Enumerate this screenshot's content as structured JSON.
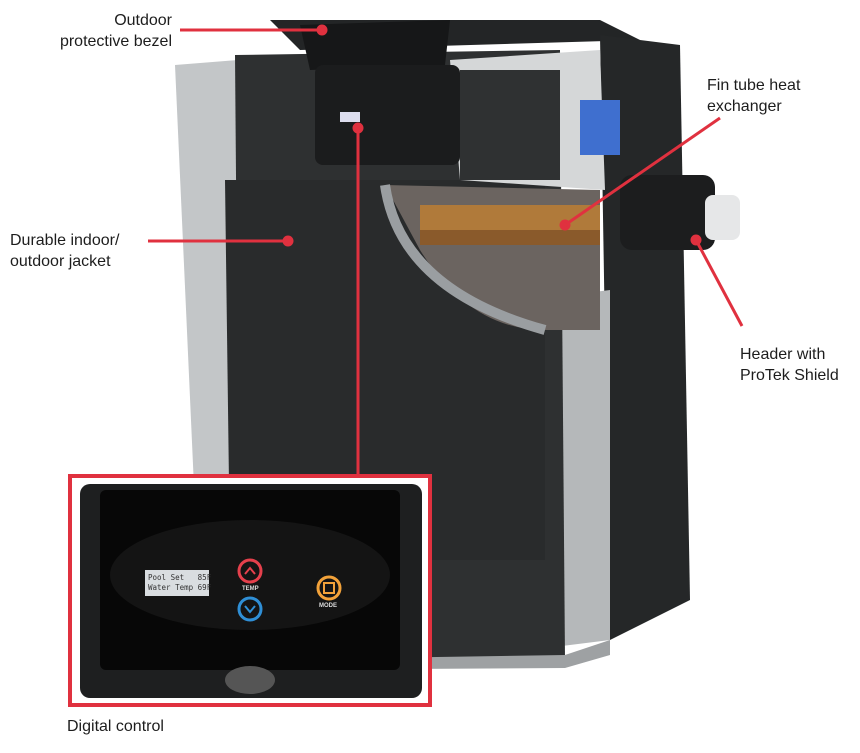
{
  "callouts": {
    "bezel": [
      "Outdoor",
      "protective bezel"
    ],
    "exchanger": [
      "Fin tube heat",
      "exchanger"
    ],
    "jacket": [
      "Durable indoor/",
      "outdoor jacket"
    ],
    "header": [
      "Header with",
      "ProTek Shield"
    ],
    "control": "Digital control"
  },
  "control_panel": {
    "lcd_line1": "Pool Set   85F",
    "lcd_line2": "Water Temp 69F",
    "temp_label": "TEMP",
    "mode_label": "MODE"
  },
  "colors": {
    "accent": "#e0313f",
    "cabinet": "#2b2d2e",
    "trim": "#b9bcbe",
    "up": "#e5404c",
    "down": "#2f8fd6",
    "mode": "#f2a23a"
  }
}
